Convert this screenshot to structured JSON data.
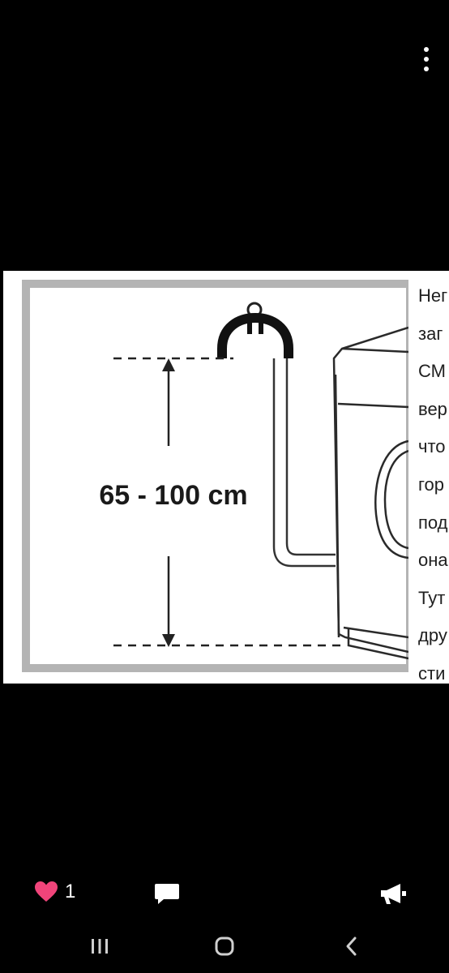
{
  "image": {
    "measurement_label": "65 - 100 cm",
    "side_text_lines": [
      "Нег",
      "заг",
      "СМ",
      "вер",
      "что",
      "гор",
      "под",
      "она",
      "Тут",
      "дру",
      "сти"
    ]
  },
  "actions": {
    "like_count": "1",
    "like_color": "#f0447a"
  },
  "icons": {
    "menu": "more-vertical-icon",
    "like": "heart-icon",
    "comment": "speech-bubble-icon",
    "share": "megaphone-icon",
    "recents": "recent-apps-icon",
    "home": "home-icon",
    "back": "back-chevron-icon"
  }
}
